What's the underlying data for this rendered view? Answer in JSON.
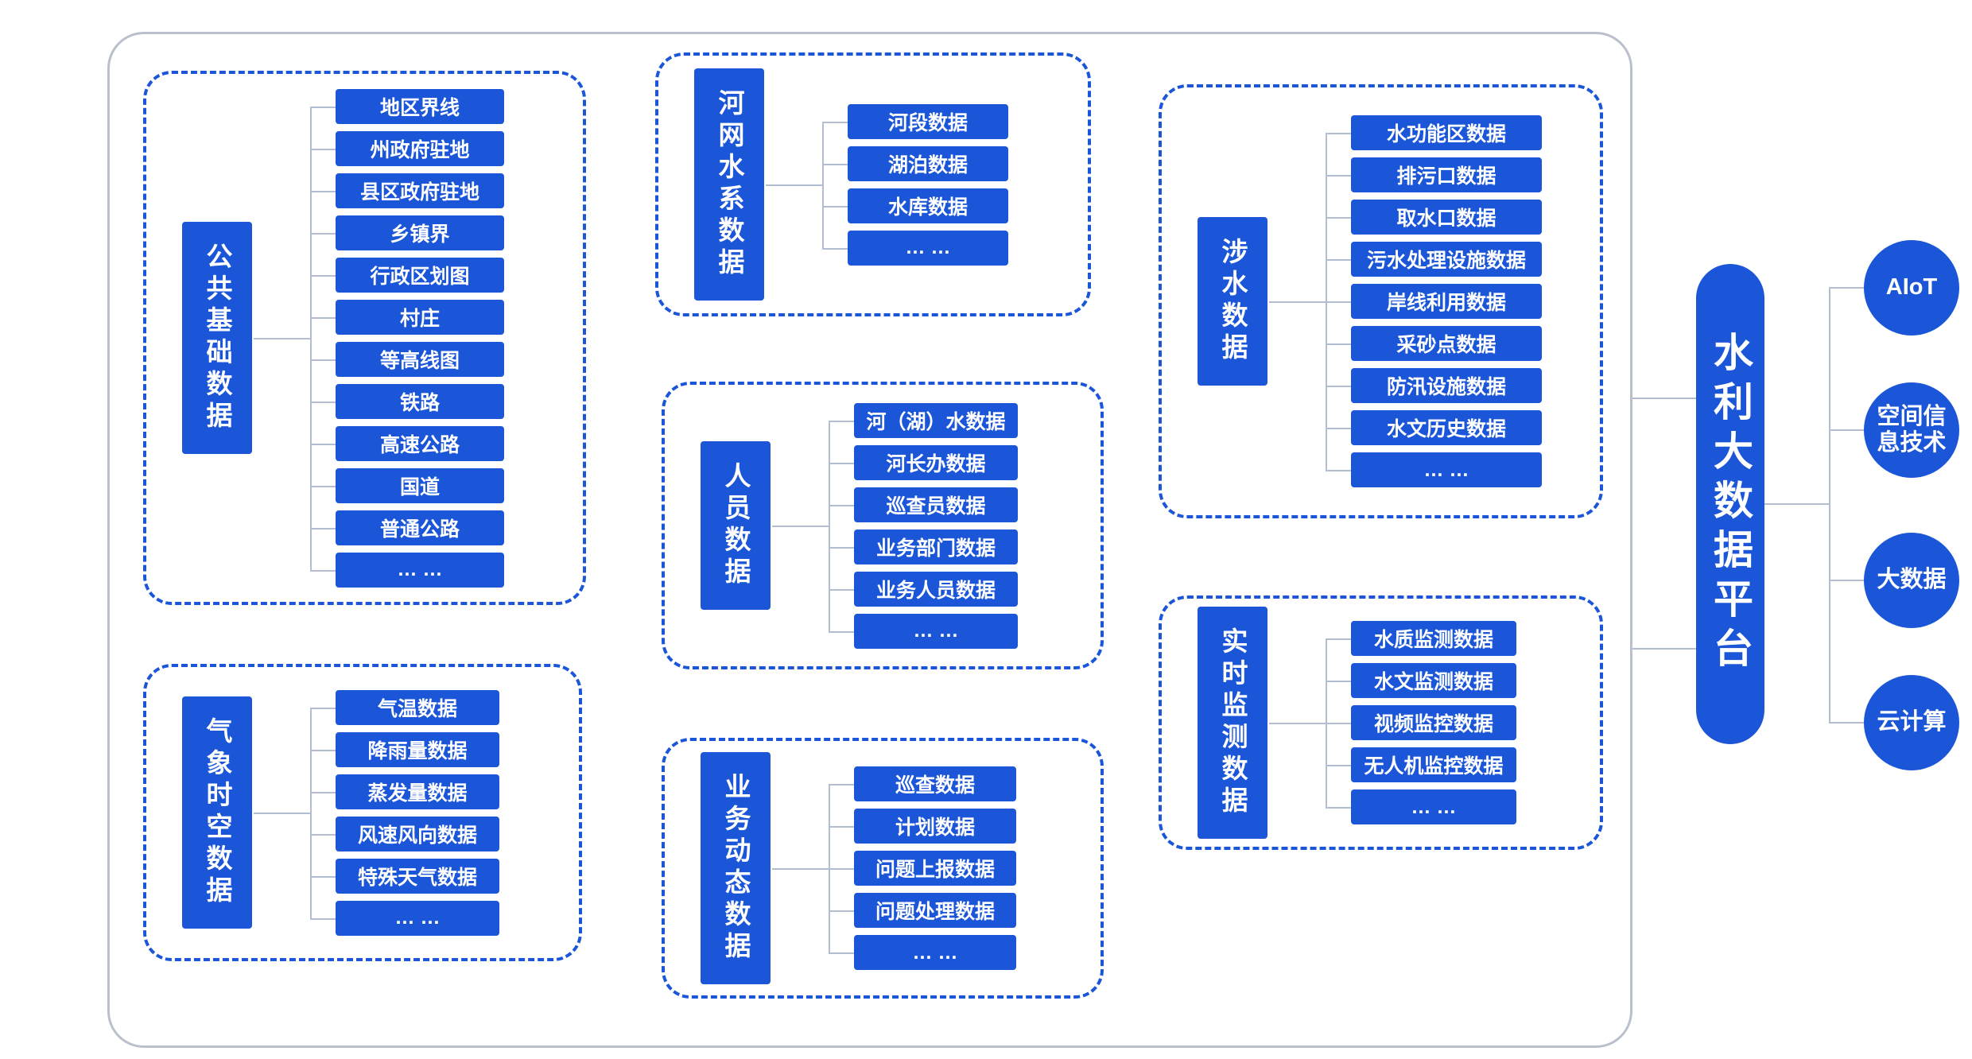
{
  "colors": {
    "primary_blue": "#1b56d8",
    "connector": "#b3bdd2",
    "outer_border": "#b9c0cc",
    "background": "#ffffff"
  },
  "platform": {
    "label": "水利大数据平台"
  },
  "tech_nodes": [
    {
      "label": "AIoT"
    },
    {
      "label": "空间信息技术"
    },
    {
      "label": "大数据"
    },
    {
      "label": "云计算"
    }
  ],
  "groups": [
    {
      "label": "公共基础数据",
      "items": [
        "地区界线",
        "州政府驻地",
        "县区政府驻地",
        "乡镇界",
        "行政区划图",
        "村庄",
        "等高线图",
        "铁路",
        "高速公路",
        "国道",
        "普通公路",
        "… …"
      ]
    },
    {
      "label": "河网水系数据",
      "items": [
        "河段数据",
        "湖泊数据",
        "水库数据",
        "… …"
      ]
    },
    {
      "label": "涉水数据",
      "items": [
        "水功能区数据",
        "排污口数据",
        "取水口数据",
        "污水处理设施数据",
        "岸线利用数据",
        "采砂点数据",
        "防汛设施数据",
        "水文历史数据",
        "… …"
      ]
    },
    {
      "label": "人员数据",
      "items": [
        "河（湖）水数据",
        "河长办数据",
        "巡查员数据",
        "业务部门数据",
        "业务人员数据",
        "… …"
      ]
    },
    {
      "label": "气象时空数据",
      "items": [
        "气温数据",
        "降雨量数据",
        "蒸发量数据",
        "风速风向数据",
        "特殊天气数据",
        "… …"
      ]
    },
    {
      "label": "业务动态数据",
      "items": [
        "巡查数据",
        "计划数据",
        "问题上报数据",
        "问题处理数据",
        "… …"
      ]
    },
    {
      "label": "实时监测数据",
      "items": [
        "水质监测数据",
        "水文监测数据",
        "视频监控数据",
        "无人机监控数据",
        "… …"
      ]
    }
  ]
}
